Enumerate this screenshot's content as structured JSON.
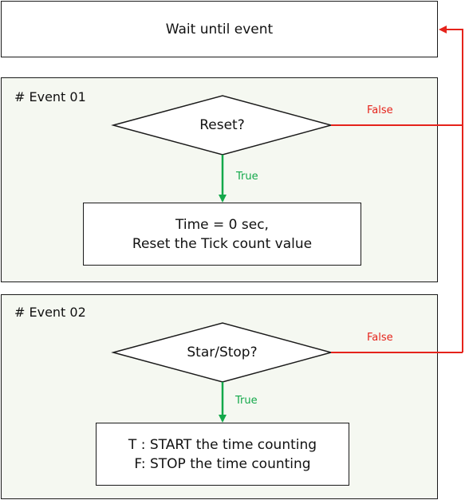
{
  "start": {
    "label": "Wait until event"
  },
  "event01": {
    "title": "# Event 01",
    "decision": "Reset?",
    "true_label": "True",
    "false_label": "False",
    "action_line1": "Time = 0 sec,",
    "action_line2": "Reset the Tick count value"
  },
  "event02": {
    "title": "# Event 02",
    "decision": "Star/Stop?",
    "true_label": "True",
    "false_label": "False",
    "action_line1": "T : START the time counting",
    "action_line2": "F: STOP the time counting"
  },
  "colors": {
    "true": "#13a84a",
    "false": "#e5231b",
    "panel": "#f5f8f1",
    "stroke": "#1a1a1a"
  }
}
